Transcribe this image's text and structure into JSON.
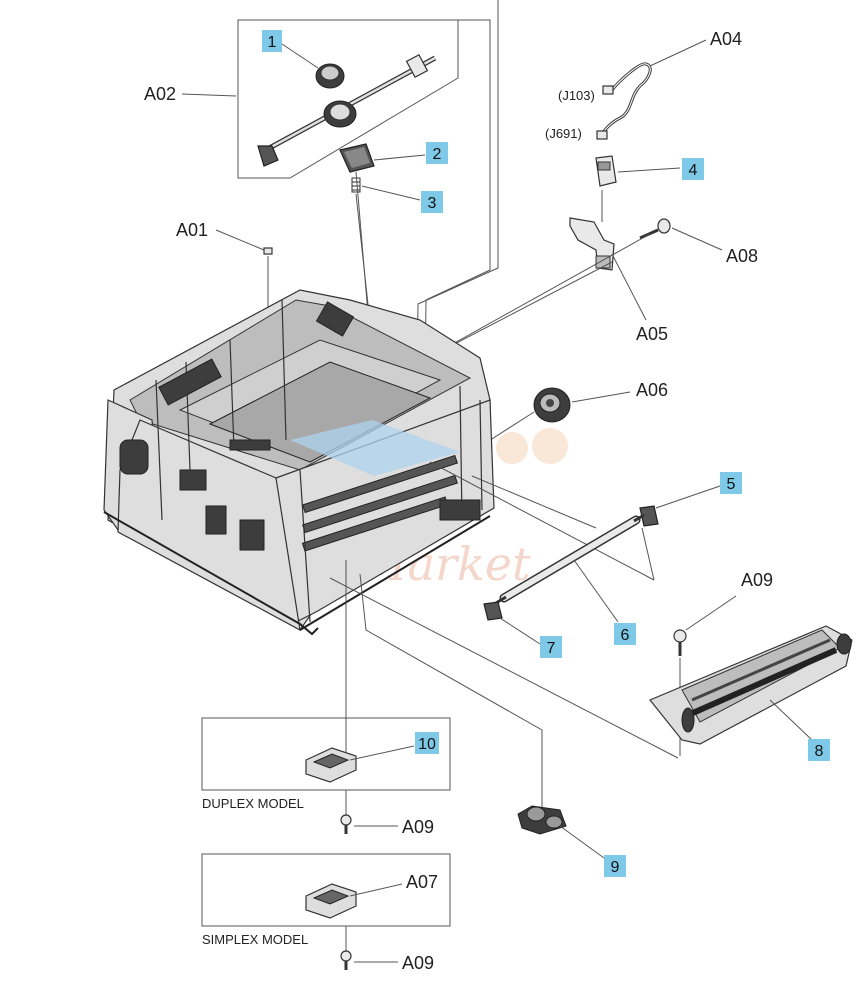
{
  "callouts": [
    {
      "id": "c1",
      "text": "1"
    },
    {
      "id": "c2",
      "text": "2"
    },
    {
      "id": "c3",
      "text": "3"
    },
    {
      "id": "c4",
      "text": "4"
    },
    {
      "id": "c5",
      "text": "5"
    },
    {
      "id": "c6",
      "text": "6"
    },
    {
      "id": "c7",
      "text": "7"
    },
    {
      "id": "c8",
      "text": "8"
    },
    {
      "id": "c9",
      "text": "9"
    },
    {
      "id": "c10",
      "text": "10"
    }
  ],
  "labels": {
    "a01": "A01",
    "a02": "A02",
    "a04": "A04",
    "a05": "A05",
    "a06": "A06",
    "a07": "A07",
    "a08": "A08",
    "a09_right": "A09",
    "a09_duplex": "A09",
    "a09_simplex": "A09",
    "j103": "(J103)",
    "j691": "(J691)"
  },
  "models": {
    "duplex": "DUPLEX MODEL",
    "simplex": "SIMPLEX MODEL"
  },
  "watermark": "-Market",
  "colors": {
    "callout_fill": "#7ec8e8",
    "line": "#555555",
    "part_fill": "#e9e9e9",
    "highlight": "#aed3ee"
  }
}
